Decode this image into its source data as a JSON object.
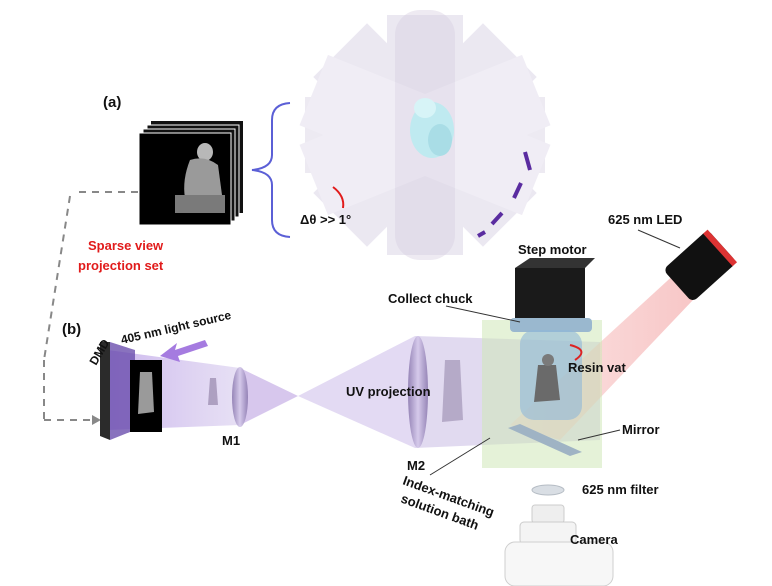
{
  "panels": {
    "a": "(a)",
    "b": "(b)"
  },
  "labels": {
    "delta_theta": "Δθ >> 1°",
    "sparse_view_line1": "Sparse view",
    "sparse_view_line2": "projection set",
    "led": "625 nm LED",
    "step_motor": "Step motor",
    "collect_chuck": "Collect chuck",
    "light_source": "405 nm light source",
    "dmd": "DMD",
    "m1": "M1",
    "uv_projection": "UV projection",
    "resin_vat": "Resin vat",
    "mirror": "Mirror",
    "m2": "M2",
    "index_matching_line1": "Index-matching",
    "index_matching_line2": "solution bath",
    "filter": "625 nm filter",
    "camera": "Camera"
  },
  "colors": {
    "label_red": "#e11b1b",
    "uv_beam": "#b9a2dc",
    "red_beam": "#f3a7a7",
    "bath": "#cfe8b8",
    "bracket": "#5b5fd6",
    "dashed_arc": "#5a2ca0"
  }
}
